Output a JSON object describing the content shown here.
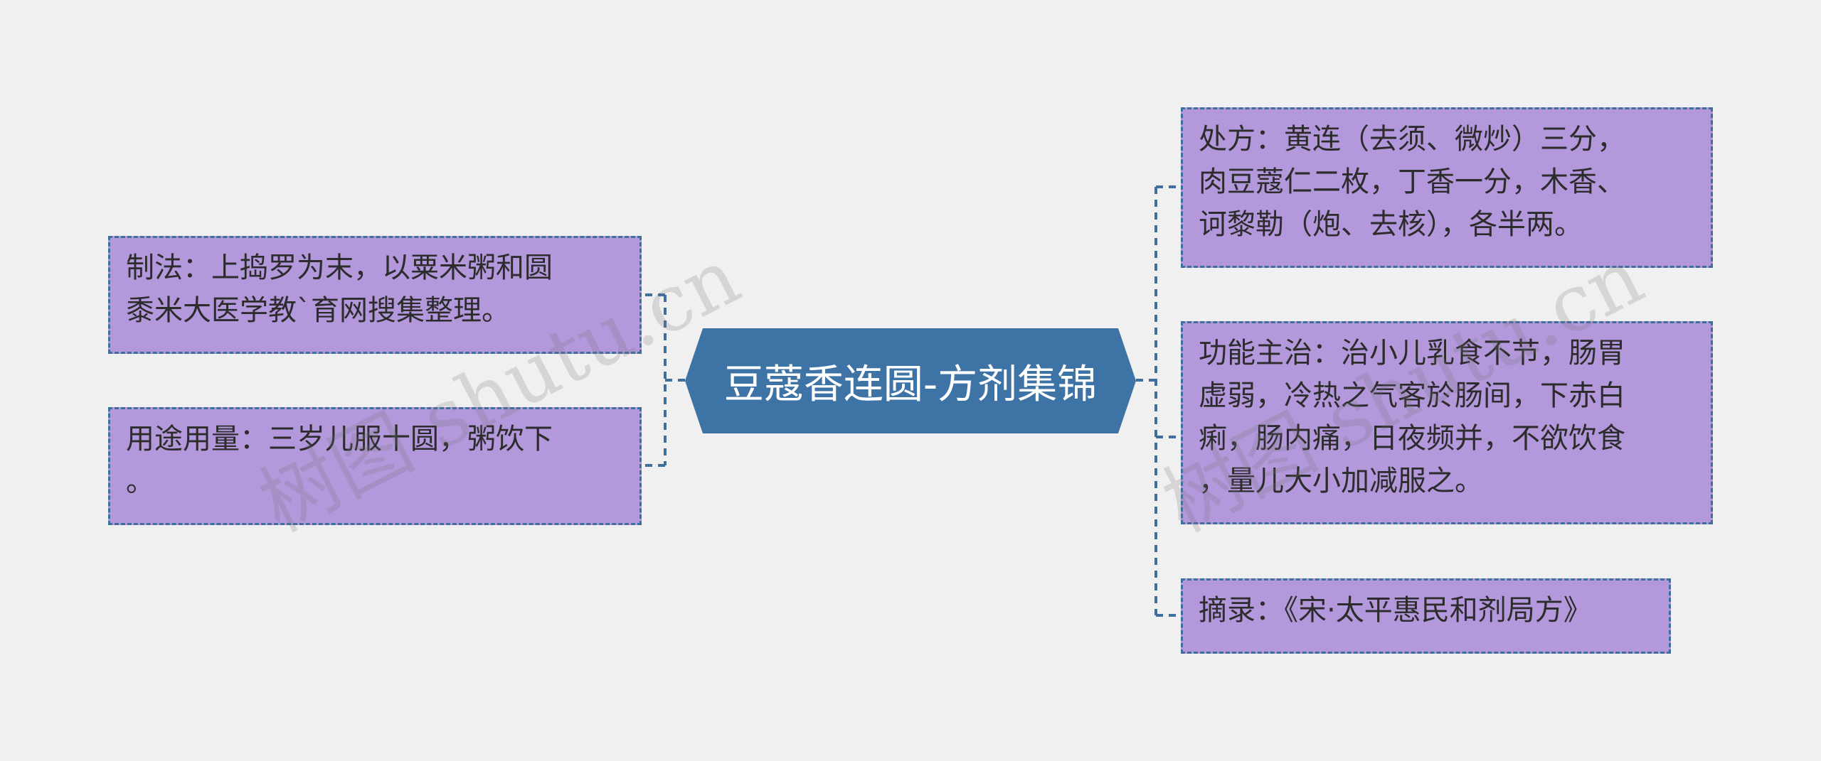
{
  "center": {
    "title": "豆蔻香连圆-方剂集锦"
  },
  "left_nodes": [
    {
      "lines": [
        "制法：上捣罗为末，以粟米粥和圆",
        "黍米大医学教`育网搜集整理。"
      ]
    },
    {
      "lines": [
        "用途用量：三岁儿服十圆，粥饮下",
        "。"
      ]
    }
  ],
  "right_nodes": [
    {
      "lines": [
        "处方：黄连（去须、微炒）三分，",
        "肉豆蔻仁二枚，丁香一分，木香、",
        "诃黎勒（炮、去核），各半两。"
      ]
    },
    {
      "lines": [
        "功能主治：治小儿乳食不节，肠胃",
        "虚弱，冷热之气客於肠间，下赤白",
        "痢，肠内痛，日夜频并，不欲饮食",
        "，量儿大小加减服之。"
      ]
    },
    {
      "lines": [
        "摘录：《宋·太平惠民和剂局方》"
      ]
    }
  ],
  "watermarks": [
    "树图 shutu.cn",
    "树图 shutu.cn"
  ],
  "colors": {
    "background": "#f0f0f0",
    "center_fill": "#3e73a6",
    "node_fill": "#b398db",
    "connector": "#3e6f9c"
  }
}
